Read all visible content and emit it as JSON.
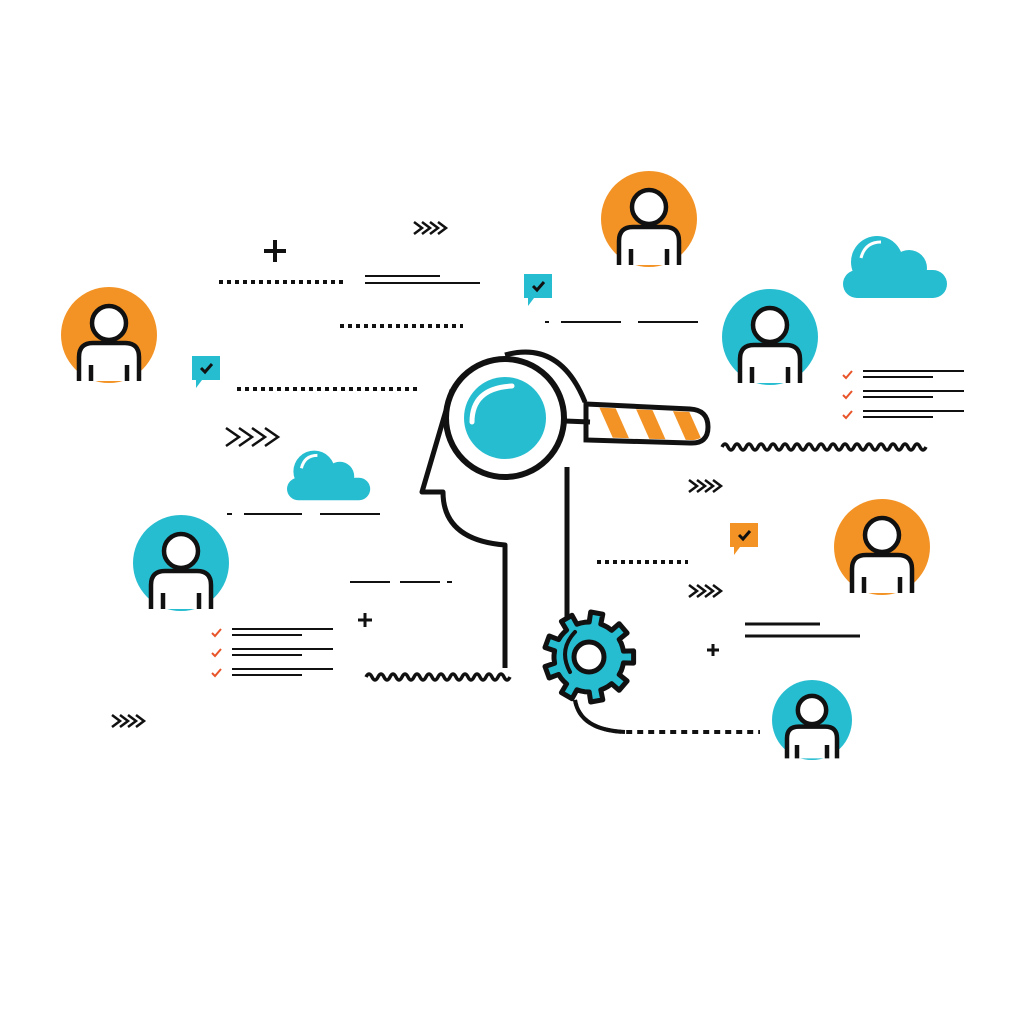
{
  "illustration": {
    "subject": "",
    "colors": {
      "orange": "#F39325",
      "teal": "#27BDD0",
      "outline": "#111111",
      "background": "#FFFFFF",
      "check": "#E8552A"
    },
    "avatars": [
      {
        "icon": "user-icon",
        "color": "orange"
      },
      {
        "icon": "user-icon",
        "color": "orange"
      },
      {
        "icon": "user-icon",
        "color": "teal"
      },
      {
        "icon": "user-icon",
        "color": "teal"
      },
      {
        "icon": "user-icon",
        "color": "orange"
      },
      {
        "icon": "user-icon",
        "color": "teal"
      }
    ],
    "central_icons": [
      "head-icon",
      "magnifying-glass-icon",
      "gear-icon"
    ],
    "decor_icons": [
      "cloud-icon",
      "chat-check-icon",
      "chevrons-icon",
      "plus-icon",
      "checklist-icon",
      "wave-line"
    ]
  }
}
